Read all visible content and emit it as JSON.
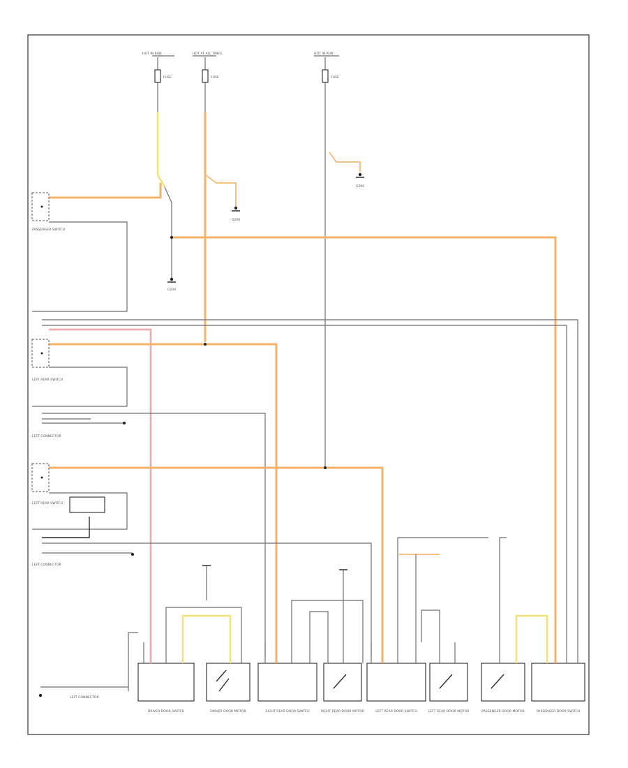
{
  "footer_code": "",
  "colors": {
    "orange_wire": "#f5b26b",
    "yellow_wire": "#f3e27a",
    "pink_wire": "#f0a6b0",
    "gray_wire": "#6d6d6d",
    "border": "#333333"
  },
  "labels": {
    "top_left_1": "HOT IN RUN",
    "top_left_2": "HOT AT ALL TIMES",
    "top_right_1": "HOT IN RUN",
    "fuse_1": "FUSE",
    "fuse_2": "FUSE",
    "fuse_3": "FUSE",
    "g1": "G200",
    "g2": "G200",
    "g3": "G200",
    "switch_1": "PASSENGER SWITCH",
    "switch_2": "LEFT REAR SWITCH",
    "switch_3": "LEFT CONNECTOR",
    "switch_4": "LEFT REAR SWITCH",
    "switch_5": "LEFT CONNECTOR",
    "modules": [
      "DRIVER DOOR SWITCH",
      "DRIVER DOOR MOTOR",
      "RIGHT REAR DOOR SWITCH",
      "RIGHT REAR DOOR MOTOR",
      "LEFT REAR DOOR SWITCH",
      "LEFT REAR DOOR MOTOR",
      "PASSENGER DOOR MOTOR",
      "PASSENGER DOOR SWITCH"
    ],
    "bottom_left": "LEFT CONNECTOR"
  }
}
